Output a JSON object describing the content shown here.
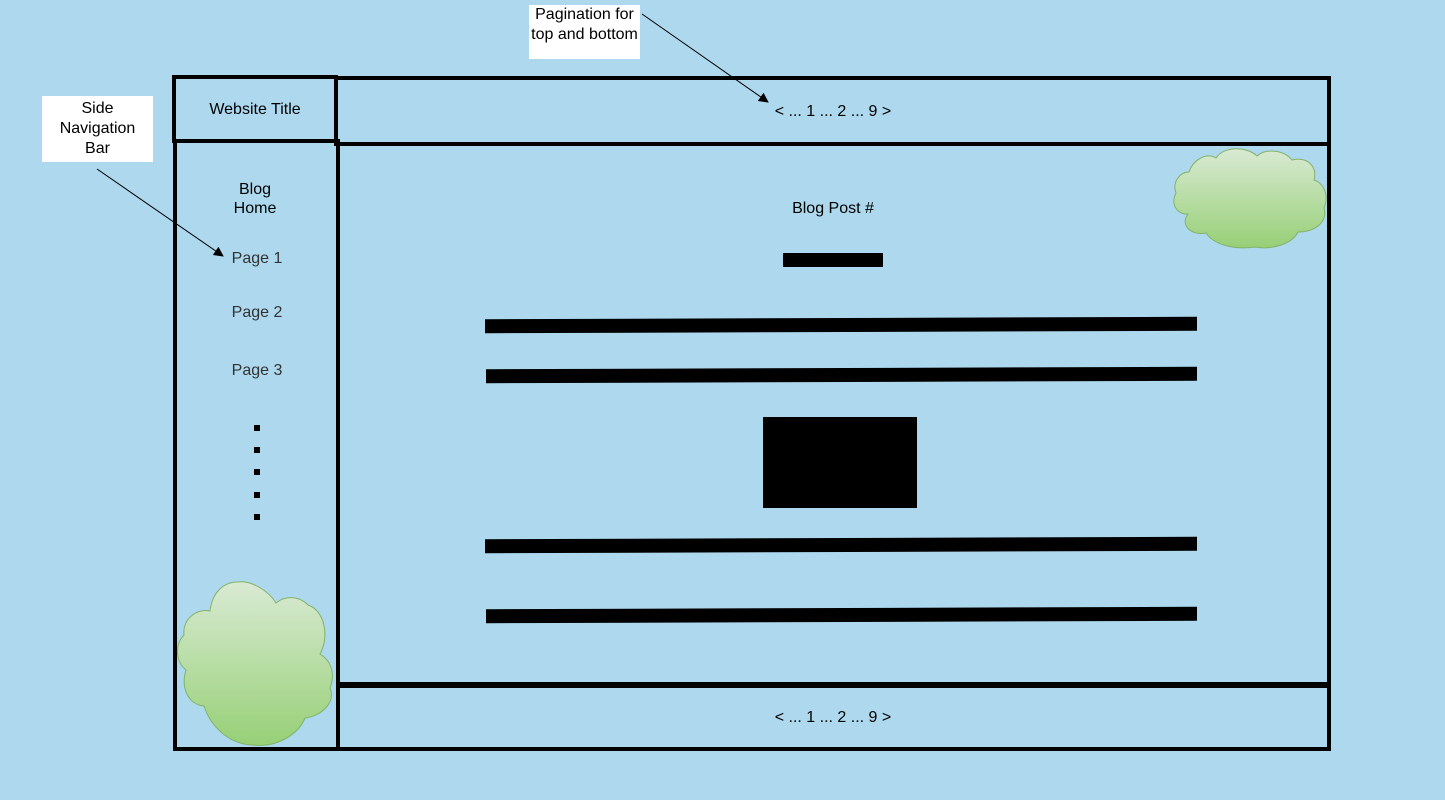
{
  "annotations": {
    "pagination_note": "Pagination for top and bottom",
    "sidenav_note": "Side Navigation Bar"
  },
  "header": {
    "website_title": "Website Title",
    "pagination_top": "< ... 1 ... 2 ... 9 >"
  },
  "sidebar": {
    "items": [
      {
        "label": "Blog Home"
      },
      {
        "label": "Page 1"
      },
      {
        "label": "Page 2"
      },
      {
        "label": "Page 3"
      }
    ]
  },
  "main": {
    "post_title": "Blog Post #"
  },
  "footer": {
    "pagination_bottom": "< ... 1 ... 2 ... 9 >"
  },
  "colors": {
    "background": "#add8ee",
    "cloud_top": "#d9ead3",
    "cloud_bottom": "#97d077"
  }
}
